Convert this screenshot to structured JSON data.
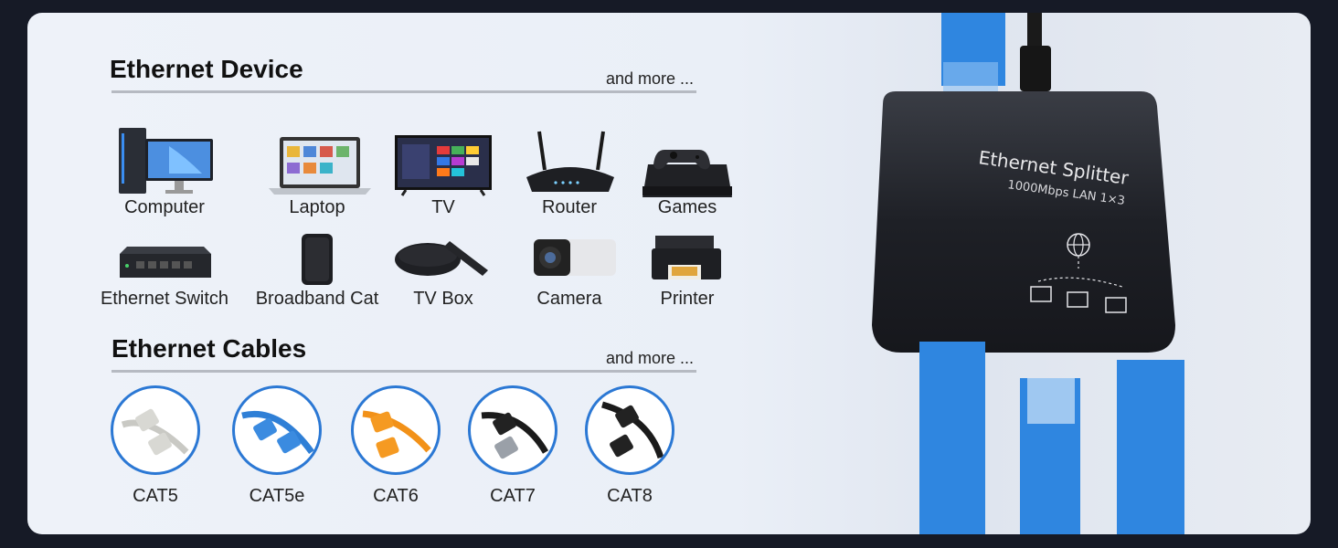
{
  "devices_section": {
    "title": "Ethernet Device",
    "more": "and more ...",
    "items": [
      {
        "label": "Computer",
        "icon": "computer-icon"
      },
      {
        "label": "Laptop",
        "icon": "laptop-icon"
      },
      {
        "label": "TV",
        "icon": "tv-icon"
      },
      {
        "label": "Router",
        "icon": "router-icon"
      },
      {
        "label": "Games",
        "icon": "game-console-icon"
      },
      {
        "label": "Ethernet Switch",
        "icon": "switch-icon"
      },
      {
        "label": "Broadband Cat",
        "icon": "modem-icon"
      },
      {
        "label": "TV Box",
        "icon": "tv-box-icon"
      },
      {
        "label": "Camera",
        "icon": "camera-icon"
      },
      {
        "label": "Printer",
        "icon": "printer-icon"
      }
    ]
  },
  "cables_section": {
    "title": "Ethernet Cables",
    "more": "and more ...",
    "items": [
      {
        "label": "CAT5",
        "color": "#c9c9c4"
      },
      {
        "label": "CAT5e",
        "color": "#2f7fd6"
      },
      {
        "label": "CAT6",
        "color": "#f29118"
      },
      {
        "label": "CAT7",
        "color": "#1b1b1b"
      },
      {
        "label": "CAT8",
        "color": "#1b1b1b"
      }
    ]
  },
  "product": {
    "name": "Ethernet Splitter",
    "spec": "1000Mbps LAN 1×3",
    "cable_color": "#2f86e0",
    "body_color": "#1e2026"
  }
}
